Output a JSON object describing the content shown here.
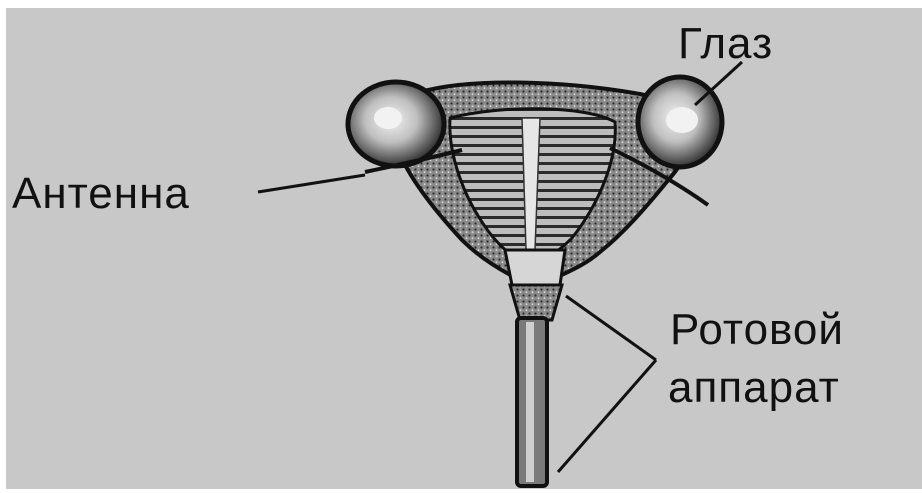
{
  "labels": {
    "eye": "Глаз",
    "antenna": "Антенна",
    "mouthparts_line1": "Ротовой",
    "mouthparts_line2": "аппарат"
  },
  "colors": {
    "background": "#c8c8c8",
    "ink": "#111111",
    "highlight": "#f2f2f2"
  }
}
